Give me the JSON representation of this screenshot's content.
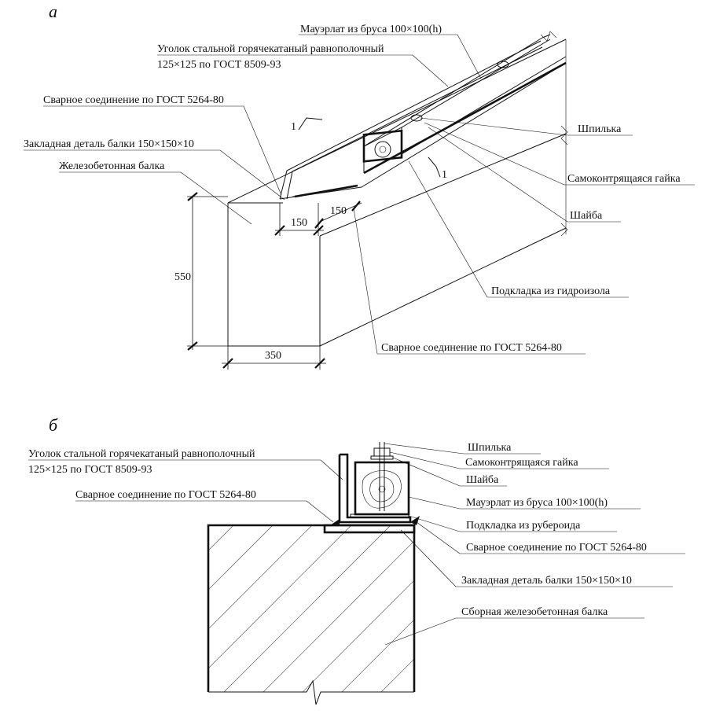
{
  "view_a": {
    "letter": "а",
    "labels": {
      "mauerlat": "Мауэрлат из бруса 100×100(h)",
      "angle_line1": "Уголок стальной горячекатаный равнополочный",
      "angle_line2": "125×125 по ГОСТ 8509-93",
      "weld_top": "Сварное соединение по ГОСТ 5264-80",
      "embed": "Закладная деталь балки 150×150×10",
      "beam": "Железобетонная балка",
      "stud": "Шпилька",
      "nut": "Самоконтрящаяся гайка",
      "washer": "Шайба",
      "pad": "Подкладка из гидроизола",
      "weld_bottom": "Сварное соединение по ГОСТ 5264-80"
    },
    "section_marks": [
      "1",
      "1"
    ],
    "dimensions": {
      "embed_width": "150",
      "embed_depth": "150",
      "height": "550",
      "width": "350"
    }
  },
  "view_b": {
    "letter": "б",
    "labels": {
      "angle_line1": "Уголок стальной горячекатаный равнополочный",
      "angle_line2": "125×125 по ГОСТ 8509-93",
      "weld_left": "Сварное соединение по ГОСТ 5264-80",
      "stud": "Шпилька",
      "nut": "Самоконтрящаяся гайка",
      "washer": "Шайба",
      "mauerlat": "Мауэрлат из бруса 100×100(h)",
      "pad": "Подкладка из рубероида",
      "weld_right": "Сварное соединение по ГОСТ 5264-80",
      "embed": "Закладная деталь балки 150×150×10",
      "beam": "Сборная железобетонная балка"
    }
  }
}
